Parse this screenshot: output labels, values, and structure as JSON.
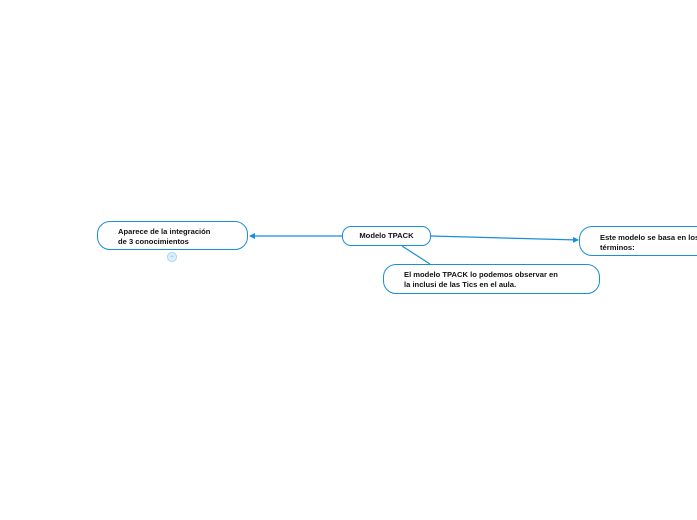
{
  "mindmap": {
    "central": {
      "label": "Modelo TPACK"
    },
    "branches": [
      {
        "id": "left",
        "label": "Aparece de la integración\nde 3 conocimientos",
        "collapsed_children": true
      },
      {
        "id": "right",
        "label": "Este modelo se basa en los\ntérminos:"
      },
      {
        "id": "bottom",
        "label": "El modelo TPACK  lo podemos observar en\nla inclusi de las Tics en el aula."
      }
    ]
  },
  "colors": {
    "connector": "#1a8fd6",
    "node_border": "#1a8fd6",
    "toggle_fill": "#dcefff"
  },
  "icons": {
    "collapse_toggle": "expand-children-icon"
  }
}
